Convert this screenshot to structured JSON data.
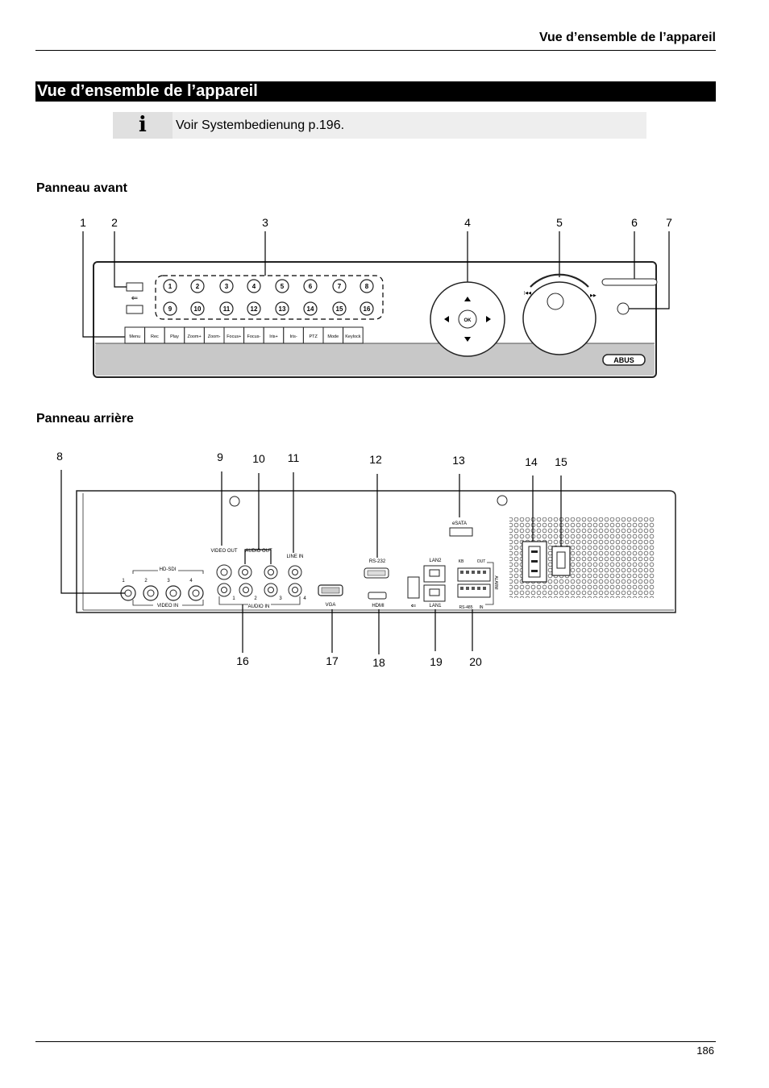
{
  "header": {
    "running_title": "Vue d’ensemble de l’appareil"
  },
  "section": {
    "title": "Vue d’ensemble de l’appareil"
  },
  "note": {
    "icon": "info-icon",
    "text": "Voir Systembedienung p.196."
  },
  "front": {
    "heading": "Panneau avant",
    "callouts": [
      "1",
      "2",
      "3",
      "4",
      "5",
      "6",
      "7"
    ],
    "channel_buttons": [
      "1",
      "2",
      "3",
      "4",
      "5",
      "6",
      "7",
      "8",
      "9",
      "10",
      "11",
      "12",
      "13",
      "14",
      "15",
      "16"
    ],
    "function_buttons": [
      "Menu",
      "Rec",
      "Play",
      "Zoom+",
      "Zoom-",
      "Focus+",
      "Focus-",
      "Iris+",
      "Iris-",
      "PTZ",
      "Mode",
      "Keylock"
    ],
    "ok_label": "OK",
    "brand": "ABUS"
  },
  "rear": {
    "heading": "Panneau arrière",
    "callouts_top": [
      "8",
      "9",
      "10",
      "11",
      "12",
      "13",
      "14",
      "15"
    ],
    "callouts_bottom": [
      "16",
      "17",
      "18",
      "19",
      "20"
    ],
    "labels": {
      "hd_sdi": "HD-SDI",
      "video_in": "VIDEO IN",
      "video_out": "VIDEO OUT",
      "audio_out": "AUDIO OUT",
      "line_in": "LINE IN",
      "audio_in": "AUDIO IN",
      "rs232": "RS-232",
      "vga": "VGA",
      "hdmi": "HDMI",
      "esata": "eSATA",
      "lan2": "LAN2",
      "lan1": "LAN1",
      "kb": "KB",
      "out": "OUT",
      "rs485": "RS-485",
      "in": "IN",
      "alarm": "ALARM"
    },
    "video_in_numbers": [
      "1",
      "2",
      "3",
      "4"
    ],
    "audio_in_numbers": [
      "1",
      "2",
      "3",
      "4"
    ]
  },
  "footer": {
    "page_number": "186"
  }
}
